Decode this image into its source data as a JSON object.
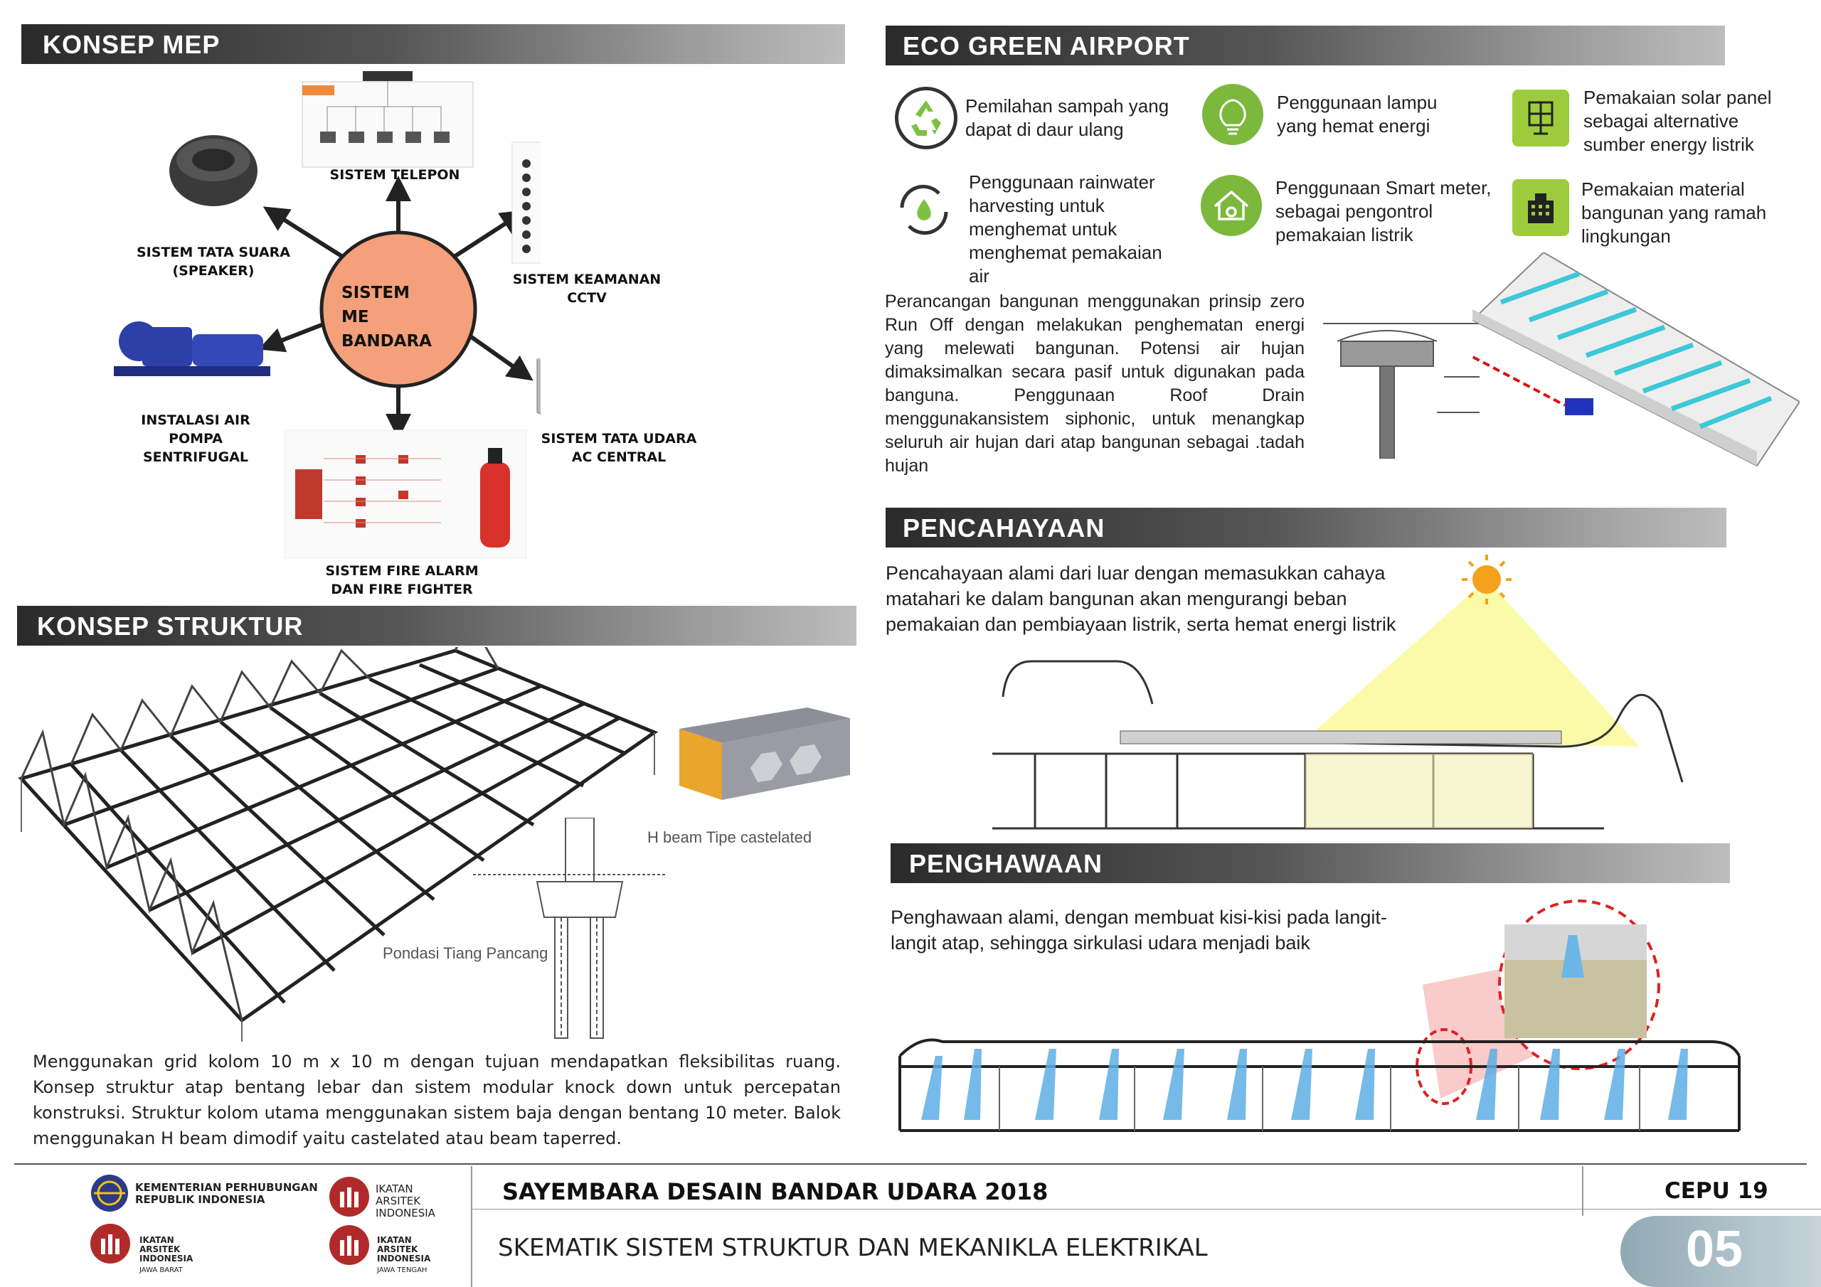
{
  "mep": {
    "title": "KONSEP MEP",
    "center": "SISTEM ME BANDARA",
    "telepon": "SISTEM TELEPON",
    "speaker": "SISTEM TATA SUARA (SPEAKER)",
    "cctv": "SISTEM KEAMANAN CCTV",
    "pompa": "INSTALASI AIR POMPA SENTRIFUGAL",
    "ac": "SISTEM TATA UDARA AC CENTRAL",
    "fire": "SISTEM FIRE ALARM DAN FIRE FIGHTER"
  },
  "struktur": {
    "title": "KONSEP STRUKTUR",
    "hbeam_caption": "H beam Tipe castelated",
    "pondasi_caption": "Pondasi Tiang Pancang",
    "description": "Menggunakan grid kolom 10 m x 10 m dengan tujuan mendapatkan fleksibilitas ruang. Konsep struktur atap bentang lebar dan sistem modular knock down untuk percepatan konstruksi. Struktur kolom utama menggunakan sistem baja dengan bentang 10 meter. Balok menggunakan H beam dimodif yaitu castelated atau beam taperred."
  },
  "eco": {
    "title": "ECO GREEN AIRPORT",
    "items": [
      {
        "text": "Pemilahan sampah yang dapat di daur ulang",
        "icon": "recycle-icon"
      },
      {
        "text": "Penggunaan lampu yang hemat energi",
        "icon": "bulb-icon"
      },
      {
        "text": "Pemakaian solar panel sebagai alternative sumber energy listrik",
        "icon": "solar-panel-icon"
      },
      {
        "text": "Penggunaan rainwater harvesting untuk menghemat untuk menghemat pemakaian air",
        "icon": "water-cycle-icon"
      },
      {
        "text": "Penggunaan Smart meter, sebagai pengontrol pemakaian listrik",
        "icon": "smart-home-icon"
      },
      {
        "text": "Pemakaian material bangunan yang ramah lingkungan",
        "icon": "building-icon"
      }
    ],
    "runoff_text": "Perancangan bangunan menggunakan prinsip zero Run Off dengan melakukan penghematan energi yang melewati bangunan. Potensi air hujan dimaksimalkan secara pasif untuk digunakan pada banguna. Penggunaan Roof Drain menggunakansistem siphonic, untuk menangkap seluruh air hujan dari atap bangunan sebagai .tadah hujan"
  },
  "pencahayaan": {
    "title": "PENCAHAYAAN",
    "text": "Pencahayaan alami dari luar dengan memasukkan cahaya matahari ke dalam bangunan akan mengurangi beban pemakaian dan pembiayaan listrik, serta hemat energi listrik"
  },
  "penghawaan": {
    "title": "PENGHAWAAN",
    "text": "Penghawaan alami, dengan membuat kisi-kisi pada langit-langit atap, sehingga sirkulasi udara menjadi baik"
  },
  "footer": {
    "logo1": "KEMENTERIAN PERHUBUNGAN REPUBLIK INDONESIA",
    "logo2": "IKATAN ARSITEK INDONESIA",
    "logo3_title": "IKATAN ARSITEK INDONESIA",
    "logo3_region": "JAWA BARAT",
    "logo4_title": "IKATAN ARSITEK INDONESIA",
    "logo4_region": "JAWA TENGAH",
    "competition": "SAYEMBARA DESAIN BANDAR UDARA 2018",
    "code": "CEPU 19",
    "subtitle": "SKEMATIK SISTEM STRUKTUR DAN MEKANIKLA ELEKTRIKAL",
    "page": "05"
  }
}
